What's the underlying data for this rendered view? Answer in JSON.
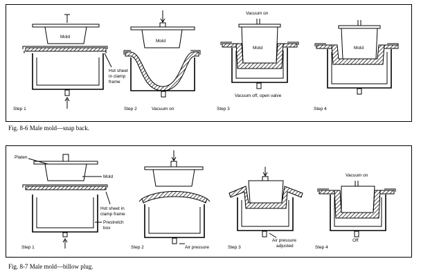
{
  "figure1": {
    "caption": "Fig. 8-6 Male mold—snap back.",
    "steps": [
      "Step 1",
      "Step 2",
      "Step 3",
      "Step 4"
    ],
    "labels": {
      "mold": "Mold",
      "hot_sheet_1": "Hot sheet",
      "hot_sheet_2": "in clamp",
      "hot_sheet_3": "frame",
      "vacuum_on": "Vacuum on",
      "vacuum_off": "Vacuum off, open valve"
    }
  },
  "figure2": {
    "caption": "Fig. 8-7 Male mold—billow plug.",
    "steps": [
      "Step 1",
      "Step 2",
      "Step 3",
      "Step 4"
    ],
    "labels": {
      "platen": "Platen",
      "mold": "Mold",
      "hot_sheet_1": "Hot sheet in",
      "hot_sheet_2": "clamp frame",
      "prestretch_1": "Prestretch",
      "prestretch_2": "box",
      "air_pressure": "Air pressure",
      "air_pressure_adj_1": "Air pressure",
      "air_pressure_adj_2": "adjusted",
      "vacuum_on": "Vacuum on",
      "off": "Off"
    }
  }
}
